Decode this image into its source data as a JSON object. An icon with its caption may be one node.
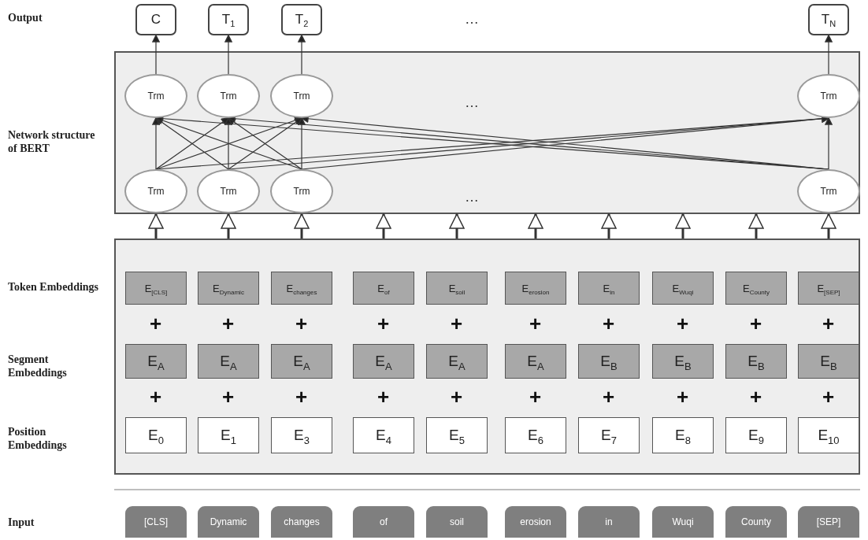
{
  "diagram": {
    "nodes": [
      {
        "text": [
          "C"
        ]
      },
      {
        "text": [
          "T$_{1}$"
        ]
      },
      {
        "text": [
          "T$_{2}$"
        ]
      },
      {
        "text": [
          "T$_{N}$"
        ]
      },
      {
        "text": [],
        "shape": "box"
      },
      {
        "text": [
          "Trm"
        ],
        "in": 4
      },
      {
        "text": [
          "Trm"
        ],
        "in": 4
      },
      {
        "text": [
          "Trm"
        ],
        "in": 4
      },
      {
        "text": [
          "Trm"
        ],
        "in": 4
      },
      {
        "text": [
          "Trm"
        ],
        "in": 4
      },
      {
        "text": [
          "Trm"
        ],
        "in": 4
      },
      {
        "text": [
          "Trm"
        ],
        "in": 4
      },
      {
        "text": [
          "Trm"
        ],
        "in": 4
      },
      {
        "text": [],
        "shape": "box"
      },
      {
        "text": [
          "E$_{[CLS]}$"
        ],
        "in": 13
      },
      {
        "text": [
          "E$_{Dynamic}$"
        ],
        "in": 13
      },
      {
        "text": [
          "E$_{changes}$"
        ],
        "in": 13
      },
      {
        "text": [
          "E$_{of}$"
        ],
        "in": 13
      },
      {
        "text": [
          "E$_{soil}$"
        ],
        "in": 13
      },
      {
        "text": [
          "E$_{erosion}$"
        ],
        "in": 13
      },
      {
        "text": [
          "E$_{in}$"
        ],
        "in": 13
      },
      {
        "text": [
          "E$_{Wuqi}$"
        ],
        "in": 13
      },
      {
        "text": [
          "E$_{County}$"
        ],
        "in": 13
      },
      {
        "text": [
          "E$_{[SEP]}$"
        ],
        "in": 13
      },
      {
        "text": [
          "E$_{A}$"
        ],
        "in": 13
      },
      {
        "text": [
          "E$_{A}$"
        ],
        "in": 13
      },
      {
        "text": [
          "E$_{A}$"
        ],
        "in": 13
      },
      {
        "text": [
          "E$_{A}$"
        ],
        "in": 13
      },
      {
        "text": [
          "E$_{A}$"
        ],
        "in": 13
      },
      {
        "text": [
          "E$_{A}$"
        ],
        "in": 13
      },
      {
        "text": [
          "E$_{B}$"
        ],
        "in": 13
      },
      {
        "text": [
          "E$_{B}$"
        ],
        "in": 13
      },
      {
        "text": [
          "E$_{B}$"
        ],
        "in": 13
      },
      {
        "text": [
          "E$_{B}$"
        ],
        "in": 13
      },
      {
        "text": [
          "E$_{0}$"
        ],
        "in": 13
      },
      {
        "text": [
          "E$_{1}$"
        ],
        "in": 13
      },
      {
        "text": [
          "E$_{3}$"
        ],
        "in": 13
      },
      {
        "text": [
          "E$_{4}$"
        ],
        "in": 13
      },
      {
        "text": [
          "E$_{5}$"
        ],
        "in": 13
      },
      {
        "text": [
          "E$_{6}$"
        ],
        "in": 13
      },
      {
        "text": [
          "E$_{7}$"
        ],
        "in": 13
      },
      {
        "text": [
          "E$_{8}$"
        ],
        "in": 13
      },
      {
        "text": [
          "E$_{9}$"
        ],
        "in": 13
      },
      {
        "text": [
          "E$_{10}$"
        ],
        "in": 13
      },
      {
        "text": [
          "[CLS]"
        ]
      },
      {
        "text": [
          "Dynamic"
        ]
      },
      {
        "text": [
          "changes"
        ]
      },
      {
        "text": [
          "of"
        ]
      },
      {
        "text": [
          "soil"
        ]
      },
      {
        "text": [
          "erosion"
        ]
      },
      {
        "text": [
          "in"
        ]
      },
      {
        "text": [
          "Wuqi"
        ]
      },
      {
        "text": [
          "County"
        ]
      },
      {
        "text": [
          "[SEP]"
        ]
      }
    ],
    "edges": [
      {
        "from": 5,
        "to": 0,
        "arrow": "to"
      },
      {
        "from": 6,
        "to": 1,
        "arrow": "to"
      },
      {
        "from": 7,
        "to": 2,
        "arrow": "to"
      },
      {
        "from": 8,
        "to": 3,
        "arrow": "to"
      },
      {
        "from": 9,
        "to": 5,
        "arrow": "to"
      },
      {
        "from": 9,
        "to": 6,
        "arrow": "to"
      },
      {
        "from": 9,
        "to": 7,
        "arrow": "to"
      },
      {
        "from": 9,
        "to": 8,
        "arrow": "to"
      },
      {
        "from": 10,
        "to": 5,
        "arrow": "to"
      },
      {
        "from": 10,
        "to": 6,
        "arrow": "to"
      },
      {
        "from": 10,
        "to": 7,
        "arrow": "to"
      },
      {
        "from": 10,
        "to": 8,
        "arrow": "to"
      },
      {
        "from": 11,
        "to": 5,
        "arrow": "to"
      },
      {
        "from": 11,
        "to": 6,
        "arrow": "to"
      },
      {
        "from": 11,
        "to": 7,
        "arrow": "to"
      },
      {
        "from": 11,
        "to": 8,
        "arrow": "to"
      },
      {
        "from": 12,
        "to": 5,
        "arrow": "to"
      },
      {
        "from": 12,
        "to": 6,
        "arrow": "to"
      },
      {
        "from": 12,
        "to": 7,
        "arrow": "to"
      },
      {
        "from": 12,
        "to": 8,
        "arrow": "to"
      },
      {
        "from": 13,
        "to": 4,
        "arrow": "to",
        "style": "thick"
      },
      {
        "from": 13,
        "to": 4,
        "arrow": "to",
        "style": "thick"
      },
      {
        "from": 13,
        "to": 4,
        "arrow": "to",
        "style": "thick"
      },
      {
        "from": 13,
        "to": 4,
        "arrow": "to",
        "style": "thick"
      },
      {
        "from": 13,
        "to": 4,
        "arrow": "to",
        "style": "thick"
      },
      {
        "from": 13,
        "to": 4,
        "arrow": "to",
        "style": "thick"
      },
      {
        "from": 13,
        "to": 4,
        "arrow": "to",
        "style": "thick"
      },
      {
        "from": 13,
        "to": 4,
        "arrow": "to",
        "style": "thick"
      },
      {
        "from": 13,
        "to": 4,
        "arrow": "to",
        "style": "thick"
      },
      {
        "from": 13,
        "to": 4,
        "arrow": "to",
        "style": "thick"
      }
    ],
    "labels": [
      "Output",
      "…",
      "…",
      "Network structure of BERT",
      "…",
      "Token Embeddings",
      "+",
      "+",
      "+",
      "+",
      "+",
      "+",
      "+",
      "+",
      "+",
      "+",
      "Segment Embeddings",
      "+",
      "+",
      "+",
      "+",
      "+",
      "+",
      "+",
      "+",
      "+",
      "+",
      "Position Embeddings",
      "Input"
    ]
  }
}
